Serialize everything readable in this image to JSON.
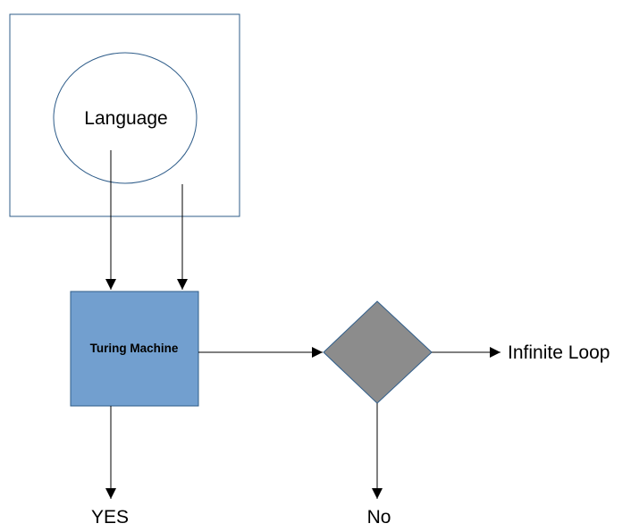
{
  "diagram": {
    "language_label": "Language",
    "machine_label": "Turing Machine",
    "yes_label": "YES",
    "no_label": "No",
    "loop_label": "Infinite Loop"
  },
  "colors": {
    "outline": "#2f5d8a",
    "machine_fill": "#729fcf",
    "decision_fill": "#8c8c8c",
    "arrow": "#000000"
  }
}
